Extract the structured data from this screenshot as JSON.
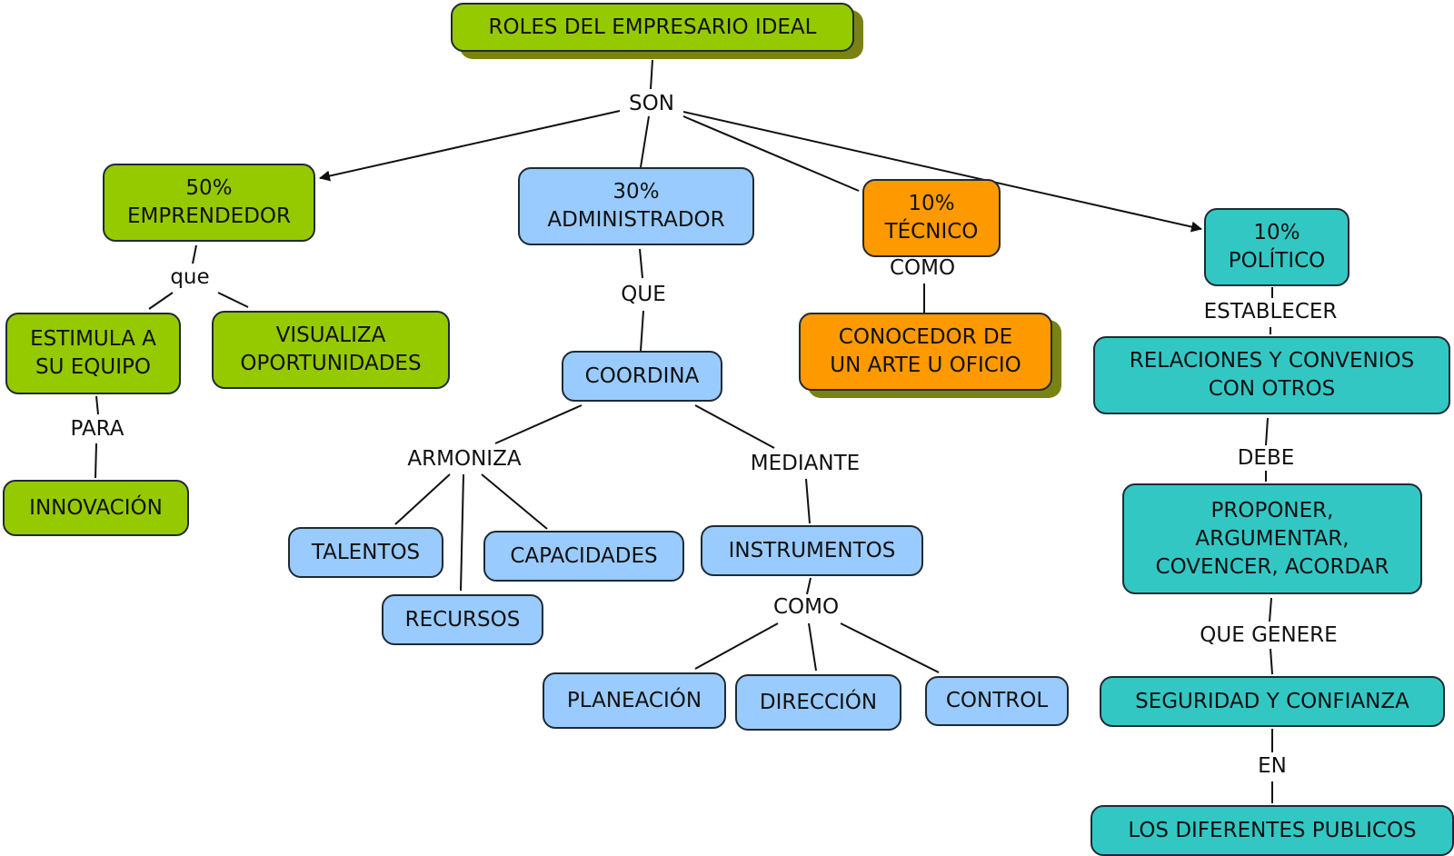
{
  "colors": {
    "green": "#95c900",
    "blue": "#99cbff",
    "orange": "#ff9900",
    "teal": "#33c7c4",
    "shadow": "#7a8214",
    "line": "#111111"
  },
  "nodes": {
    "roles": "ROLES DEL EMPRESARIO IDEAL",
    "emprendedor": "50%\nEMPRENDEDOR",
    "administrador": "30%\nADMINISTRADOR",
    "tecnico": "10%\nTÉCNICO",
    "politico": "10%\nPOLÍTICO",
    "estimula": "ESTIMULA A\nSU EQUIPO",
    "visualiza": "VISUALIZA\nOPORTUNIDADES",
    "innovacion": "INNOVACIÓN",
    "coordina": "COORDINA",
    "talentos": "TALENTOS",
    "recursos": "RECURSOS",
    "capacidades": "CAPACIDADES",
    "instrumentos": "INSTRUMENTOS",
    "planeacion": "PLANEACIÓN",
    "direccion": "DIRECCIÓN",
    "control": "CONTROL",
    "conocedor": "CONOCEDOR DE\nUN ARTE U OFICIO",
    "relaciones": "RELACIONES Y CONVENIOS\nCON OTROS",
    "proponer": "PROPONER,\nARGUMENTAR,\nCOVENCER, ACORDAR",
    "seguridad": "SEGURIDAD Y CONFIANZA",
    "publicos": "LOS DIFERENTES PUBLICOS"
  },
  "links": {
    "son": "SON",
    "que_emprendedor": "que",
    "para": "PARA",
    "que_admin": "QUE",
    "armoniza": "ARMONIZA",
    "mediante": "MEDIANTE",
    "como_instrumentos": "COMO",
    "como_tecnico": "COMO",
    "establecer": "ESTABLECER",
    "debe": "DEBE",
    "que_genere": "QUE GENERE",
    "en": "EN"
  }
}
